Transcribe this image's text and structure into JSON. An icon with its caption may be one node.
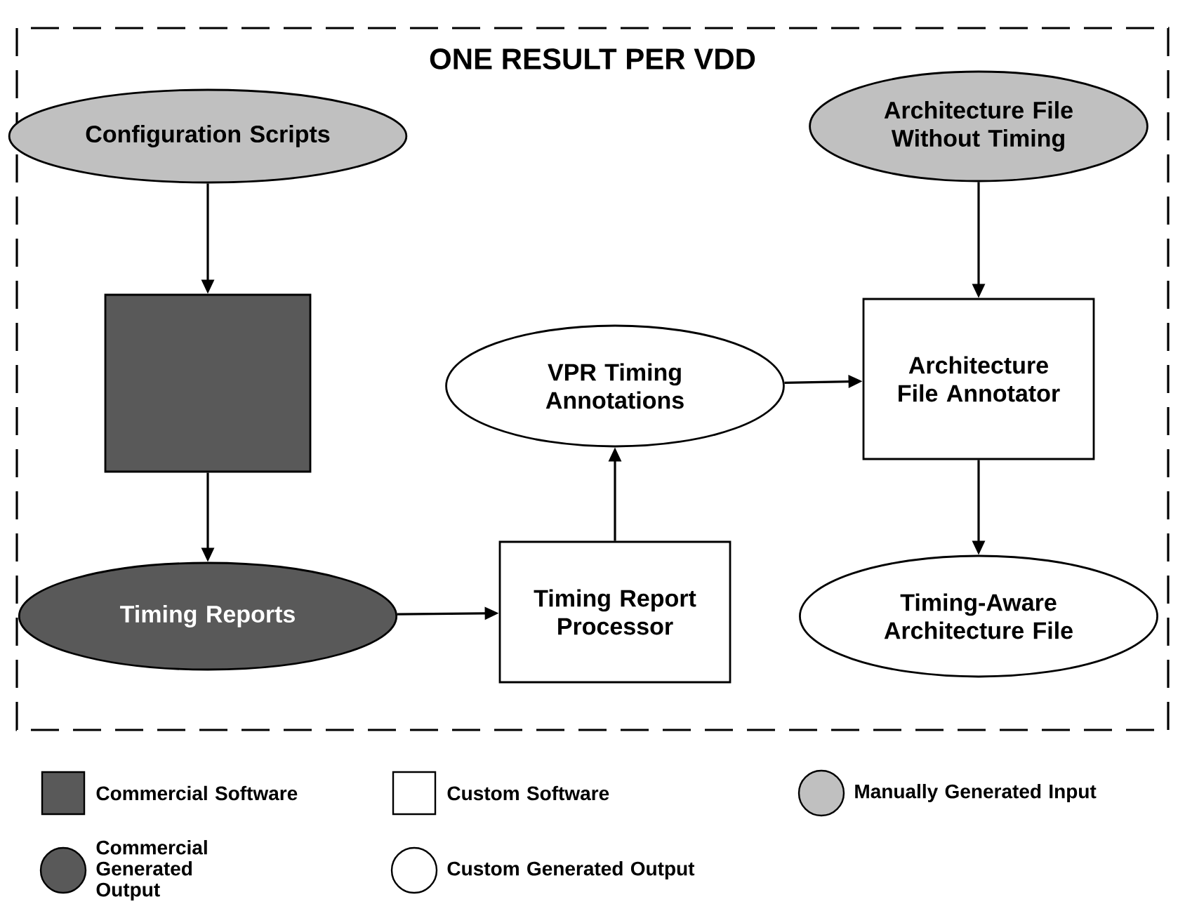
{
  "diagram": {
    "title": "ONE RESULT PER VDD",
    "nodes": [
      {
        "text": [
          "Configuration Scripts"
        ]
      },
      {
        "text": [],
        "shape": "box"
      },
      {
        "text": [
          "Timing Reports"
        ]
      },
      {
        "text": [
          "Timing Report Processor"
        ]
      },
      {
        "text": [
          "VPR Timing Annotations"
        ]
      },
      {
        "text": [
          "Architecture File Without Timing"
        ]
      },
      {
        "text": [
          "Architecture File Annotator"
        ]
      },
      {
        "text": [
          "Timing-Aware Architecture File"
        ]
      }
    ],
    "edges": [
      {
        "from": 0,
        "to": 1,
        "arrow": "to"
      },
      {
        "from": 1,
        "to": 2,
        "arrow": "to"
      },
      {
        "from": 2,
        "to": 3,
        "arrow": "to"
      },
      {
        "from": 3,
        "to": 4,
        "arrow": "to"
      },
      {
        "from": 4,
        "to": 6,
        "arrow": "to"
      },
      {
        "from": 5,
        "to": 6,
        "arrow": "to"
      },
      {
        "from": 6,
        "to": 7,
        "arrow": "to"
      }
    ],
    "legend": [
      {
        "text": "Commercial Software",
        "color": "#595959"
      },
      {
        "text": "Custom Software"
      },
      {
        "text": "Manually Generated Input",
        "color": "#c0c0c0"
      },
      {
        "text": "Commercial Generated Output",
        "color": "#595959"
      },
      {
        "text": "Custom Generated Output"
      }
    ]
  }
}
